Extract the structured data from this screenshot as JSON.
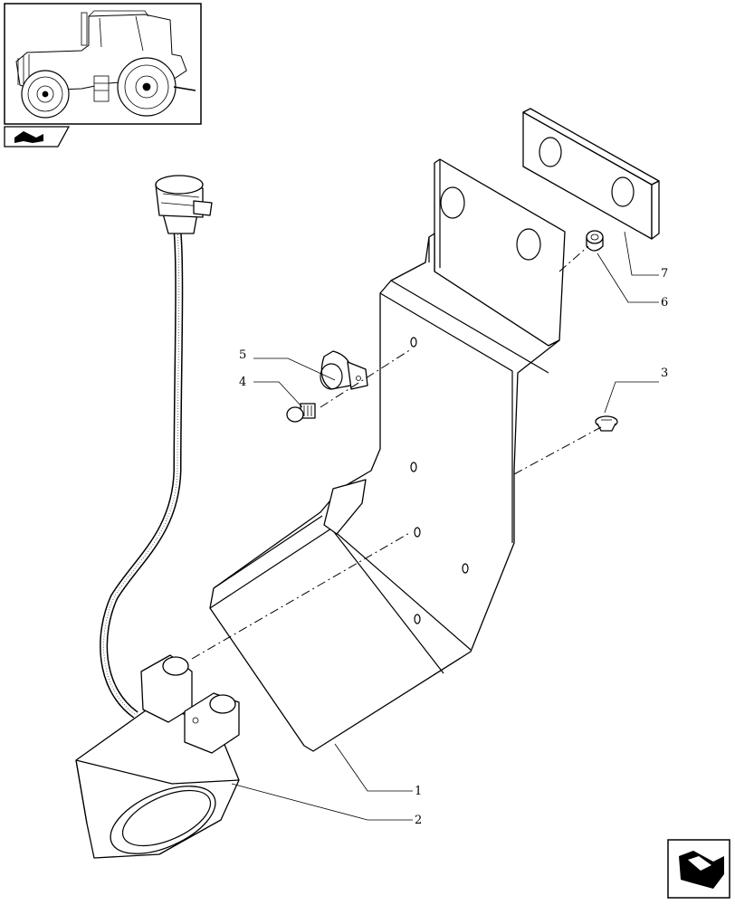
{
  "callouts": {
    "c1": "1",
    "c2": "2",
    "c3": "3",
    "c4": "4",
    "c5": "5",
    "c6": "6",
    "c7": "7"
  },
  "icons": {
    "tractor_thumbnail": "tractor-icon",
    "top_nav": "book-arrow-icon",
    "bottom_nav": "next-page-arrow-icon"
  }
}
